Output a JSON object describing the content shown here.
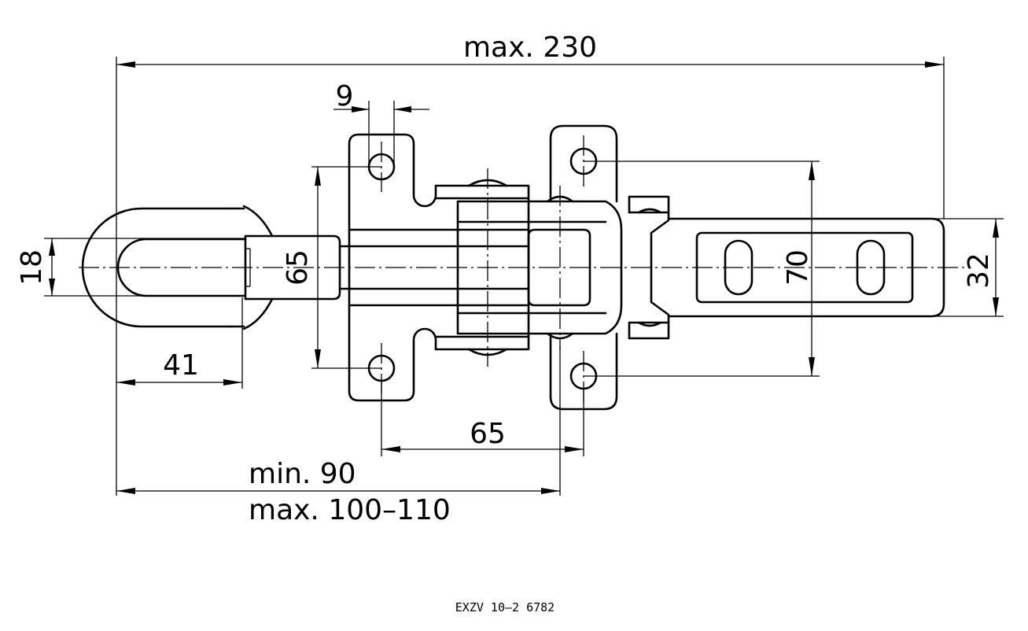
{
  "dimensions": {
    "overall_length": "max. 230",
    "hole_offset": "9",
    "handle_width": "18",
    "base_width": "65",
    "handle_length": "41",
    "hole_spacing": "65",
    "hook_hole_spacing": "70",
    "hook_width": "32",
    "min_length": "min. 90",
    "max_length": "max. 100–110"
  },
  "footer": {
    "drawing_code": "EXZV 10–2 6782"
  }
}
